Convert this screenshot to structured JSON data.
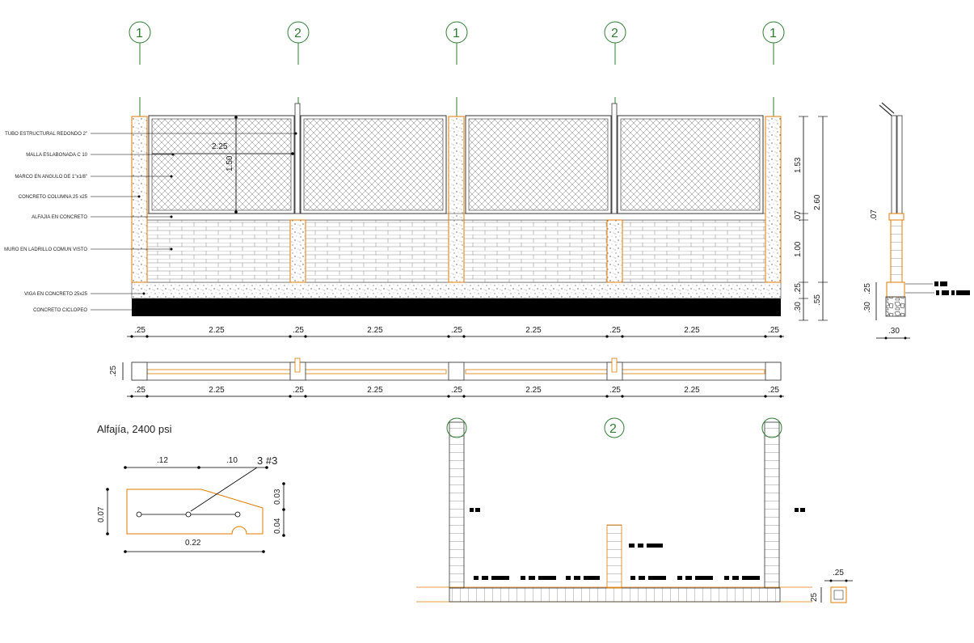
{
  "colors": {
    "axis": "#2e7d32",
    "column_outline": "#e07b00",
    "line": "#222222",
    "footing": "#000000"
  },
  "axes": {
    "top": [
      "1",
      "2",
      "1",
      "2",
      "1"
    ],
    "plan": [
      "2"
    ]
  },
  "elevation_labels": [
    "TUBO ESTRUCTURAL REDONDO 2\"",
    "MALLA ESLABONADA C 10",
    "MARCO EN ANGULO DE 1\"x1/8\"",
    "CONCRETO COLUMNA 25 x25",
    "ALFAJIA EN CONCRETO",
    "MURO EN LADRILLO COMUN VISTO",
    "VIGA EN CONCRETO 25x25",
    "CONCRETO CICLOPEO"
  ],
  "panel_dims": {
    "width": "2.25",
    "height": "1.50"
  },
  "vertical_dims_inner": [
    ".30",
    ".25",
    "1.00",
    ".07",
    "1.53"
  ],
  "vertical_dims_outer": [
    ".55",
    "2.60"
  ],
  "horizontal_dims": [
    ".25",
    "2.25",
    ".25",
    "2.25",
    ".25",
    "2.25",
    ".25",
    "2.25",
    ".25"
  ],
  "plan_strip_dim": ".25",
  "section_dims": [
    ".07",
    ".25",
    ".30"
  ],
  "section_bottom_dim": ".30",
  "alfajia": {
    "title": "Alfajía, 2400 psi",
    "dim_top_a": ".12",
    "dim_top_b": ".10",
    "rebar": "3 #3",
    "dim_left": "0.07",
    "dim_right_a": "0.03",
    "dim_right_b": "0.04",
    "dim_bottom": "0.22"
  },
  "plan_detail_dims": {
    "col_w": ".25",
    "col_h": "25"
  }
}
